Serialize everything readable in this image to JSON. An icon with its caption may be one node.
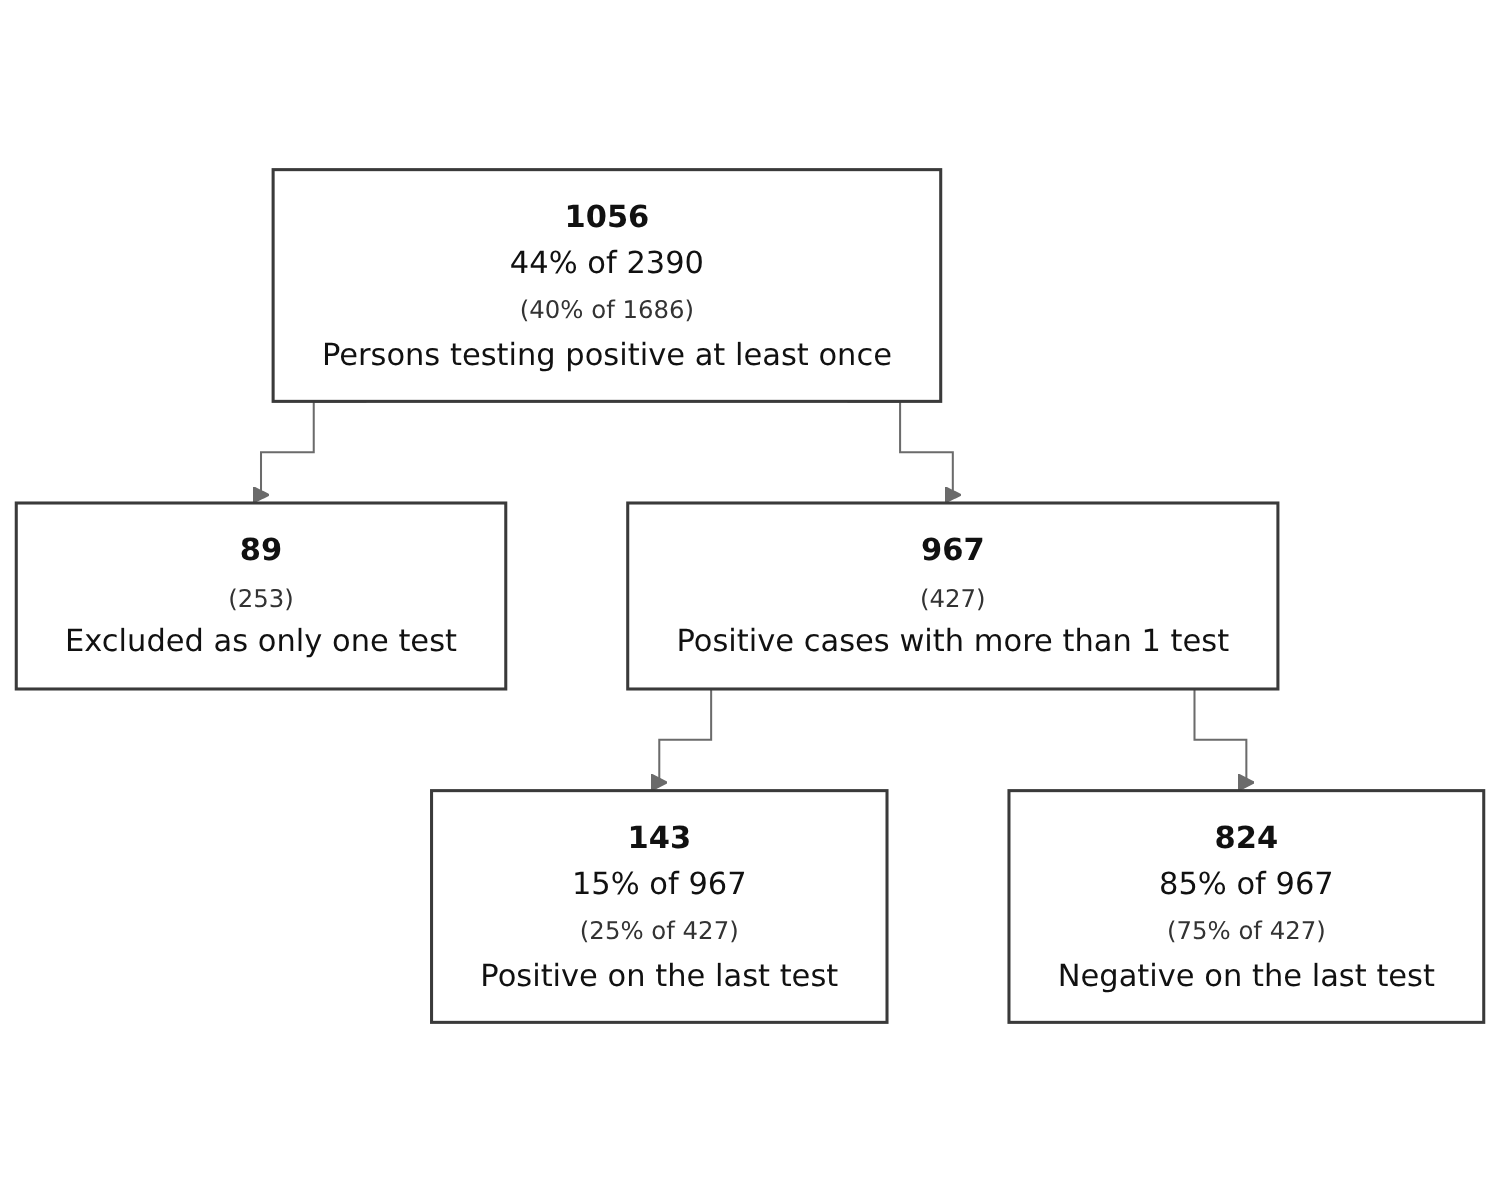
{
  "diagram": {
    "nodes": [
      {
        "text": [
          "1056",
          "44% of 2390",
          "(40% of 1686)",
          "Persons testing positive at least once"
        ]
      },
      {
        "text": [
          "89",
          "(253)",
          "Excluded as only one test"
        ]
      },
      {
        "text": [
          "967",
          "(427)",
          "Positive cases with more than 1 test"
        ]
      },
      {
        "text": [
          "143",
          "15% of 967",
          "(25% of 427)",
          "Positive on the last test"
        ]
      },
      {
        "text": [
          "824",
          "85% of 967",
          "(75% of 427)",
          "Negative on the last test"
        ]
      }
    ],
    "edges": [
      {
        "from": 0,
        "to": 1,
        "arrow": "to"
      },
      {
        "from": 0,
        "to": 2,
        "arrow": "to"
      },
      {
        "from": 2,
        "to": 3,
        "arrow": "to"
      },
      {
        "from": 2,
        "to": 4,
        "arrow": "to"
      }
    ]
  }
}
